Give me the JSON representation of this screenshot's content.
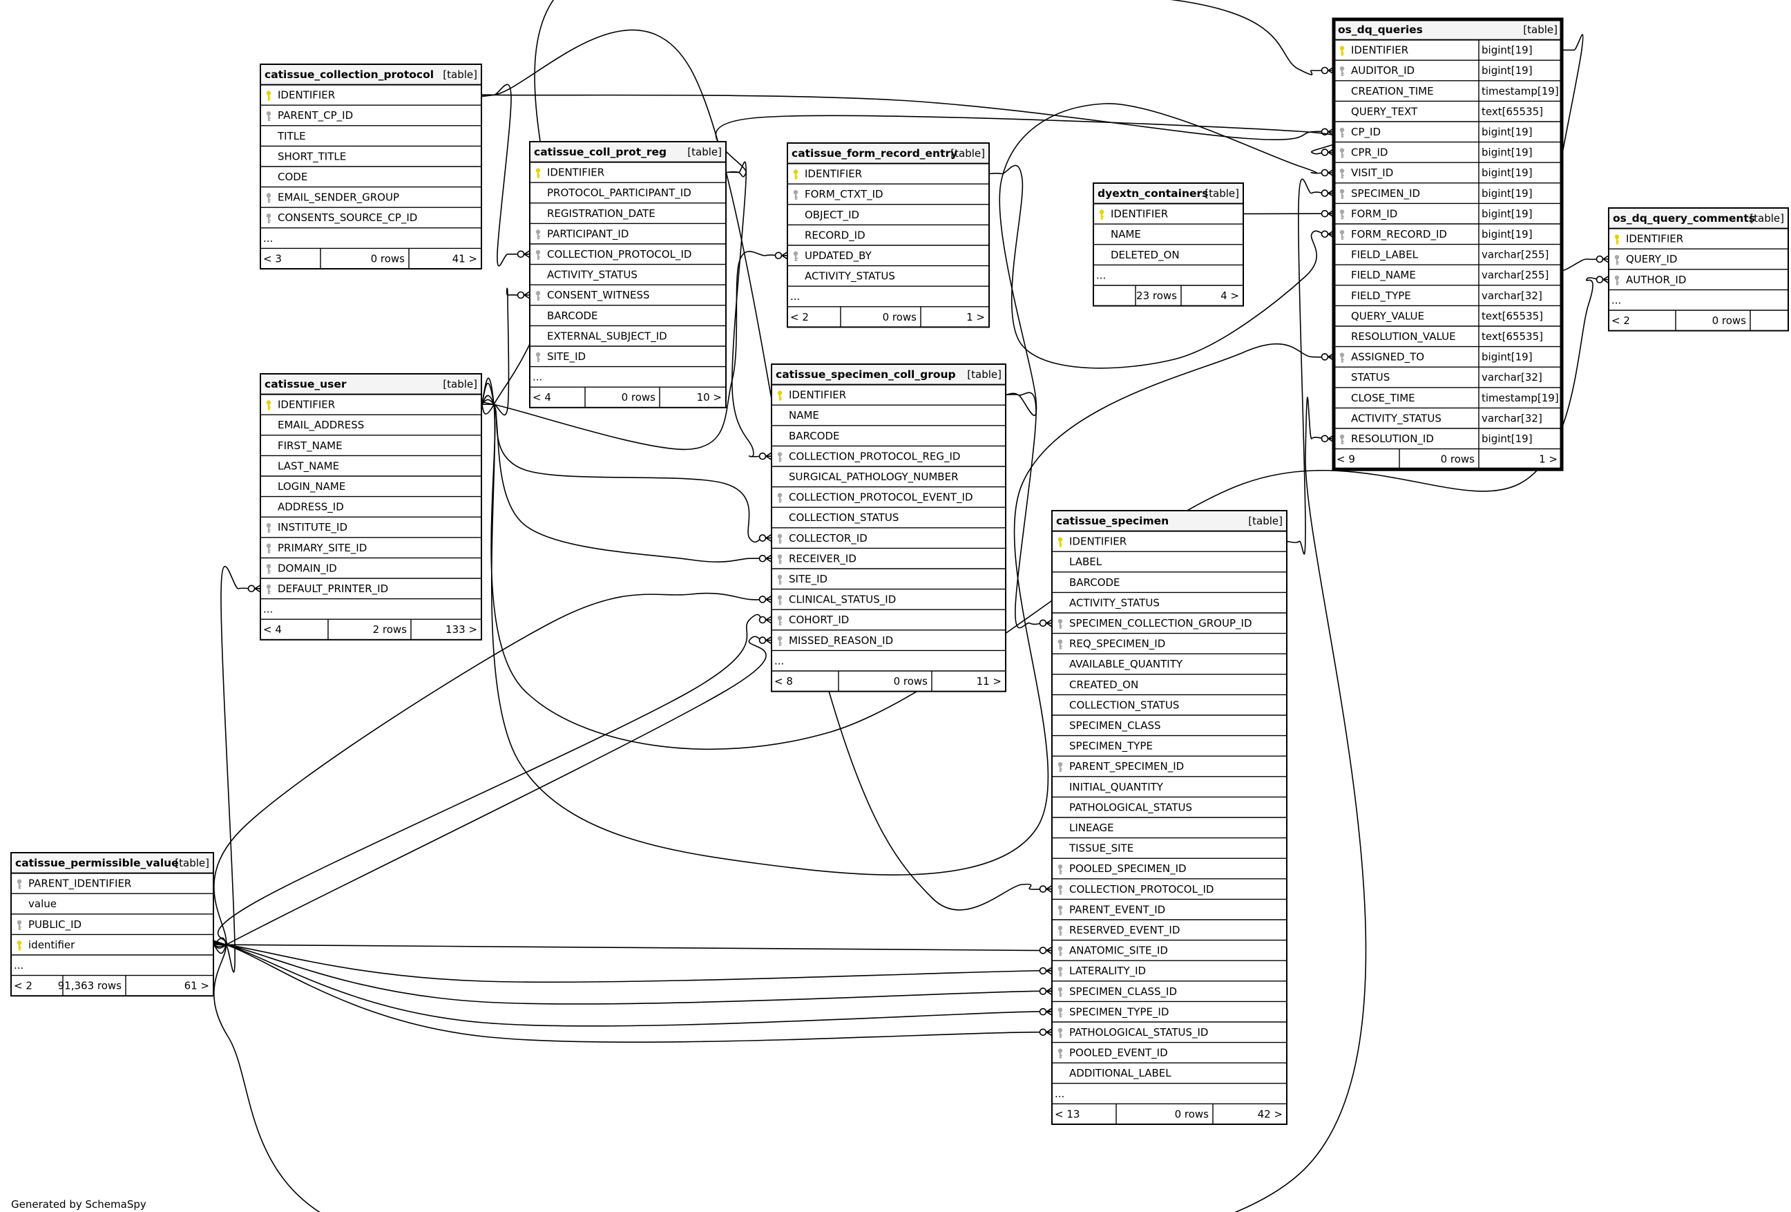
{
  "footer": "Generated by SchemaSpy",
  "table_tag": "[table]",
  "colors": {
    "primary_key": "#e5d200",
    "foreign_key": "#a8a8a8",
    "header_bg": "#f4f4f4",
    "line": "#000000"
  },
  "tables": [
    {
      "key": "catissue_collection_protocol",
      "name": "catissue_collection_protocol",
      "has_types": false,
      "columns": [
        {
          "name": "IDENTIFIER",
          "key": "pk"
        },
        {
          "name": "PARENT_CP_ID",
          "key": "fk"
        },
        {
          "name": "TITLE",
          "key": ""
        },
        {
          "name": "SHORT_TITLE",
          "key": ""
        },
        {
          "name": "CODE",
          "key": ""
        },
        {
          "name": "EMAIL_SENDER_GROUP",
          "key": "fk"
        },
        {
          "name": "CONSENTS_SOURCE_CP_ID",
          "key": "fk"
        }
      ],
      "ellipsis": "...",
      "footer": {
        "parents": "< 3",
        "rows": "0 rows",
        "children": "41 >"
      }
    },
    {
      "key": "catissue_coll_prot_reg",
      "name": "catissue_coll_prot_reg",
      "has_types": false,
      "columns": [
        {
          "name": "IDENTIFIER",
          "key": "pk"
        },
        {
          "name": "PROTOCOL_PARTICIPANT_ID",
          "key": ""
        },
        {
          "name": "REGISTRATION_DATE",
          "key": ""
        },
        {
          "name": "PARTICIPANT_ID",
          "key": "fk"
        },
        {
          "name": "COLLECTION_PROTOCOL_ID",
          "key": "fk"
        },
        {
          "name": "ACTIVITY_STATUS",
          "key": ""
        },
        {
          "name": "CONSENT_WITNESS",
          "key": "fk"
        },
        {
          "name": "BARCODE",
          "key": ""
        },
        {
          "name": "EXTERNAL_SUBJECT_ID",
          "key": ""
        },
        {
          "name": "SITE_ID",
          "key": "fk"
        }
      ],
      "ellipsis": "...",
      "footer": {
        "parents": "< 4",
        "rows": "0 rows",
        "children": "10 >"
      }
    },
    {
      "key": "catissue_form_record_entry",
      "name": "catissue_form_record_entry",
      "has_types": false,
      "columns": [
        {
          "name": "IDENTIFIER",
          "key": "pk"
        },
        {
          "name": "FORM_CTXT_ID",
          "key": "fk"
        },
        {
          "name": "OBJECT_ID",
          "key": ""
        },
        {
          "name": "RECORD_ID",
          "key": ""
        },
        {
          "name": "UPDATED_BY",
          "key": "fk"
        },
        {
          "name": "ACTIVITY_STATUS",
          "key": ""
        }
      ],
      "ellipsis": "...",
      "footer": {
        "parents": "< 2",
        "rows": "0 rows",
        "children": "1 >"
      }
    },
    {
      "key": "dyextn_containers",
      "name": "dyextn_containers",
      "has_types": false,
      "columns": [
        {
          "name": "IDENTIFIER",
          "key": "pk"
        },
        {
          "name": "NAME",
          "key": ""
        },
        {
          "name": "DELETED_ON",
          "key": ""
        }
      ],
      "ellipsis": "...",
      "footer": {
        "parents": "",
        "rows": "23 rows",
        "children": "4 >"
      }
    },
    {
      "key": "os_dq_queries",
      "name": "os_dq_queries",
      "has_types": true,
      "bold_border": true,
      "columns": [
        {
          "name": "IDENTIFIER",
          "key": "pk",
          "type": "bigint[19]"
        },
        {
          "name": "AUDITOR_ID",
          "key": "fk",
          "type": "bigint[19]"
        },
        {
          "name": "CREATION_TIME",
          "key": "",
          "type": "timestamp[19]"
        },
        {
          "name": "QUERY_TEXT",
          "key": "",
          "type": "text[65535]"
        },
        {
          "name": "CP_ID",
          "key": "fk",
          "type": "bigint[19]"
        },
        {
          "name": "CPR_ID",
          "key": "fk",
          "type": "bigint[19]"
        },
        {
          "name": "VISIT_ID",
          "key": "fk",
          "type": "bigint[19]"
        },
        {
          "name": "SPECIMEN_ID",
          "key": "fk",
          "type": "bigint[19]"
        },
        {
          "name": "FORM_ID",
          "key": "fk",
          "type": "bigint[19]"
        },
        {
          "name": "FORM_RECORD_ID",
          "key": "fk",
          "type": "bigint[19]"
        },
        {
          "name": "FIELD_LABEL",
          "key": "",
          "type": "varchar[255]"
        },
        {
          "name": "FIELD_NAME",
          "key": "",
          "type": "varchar[255]"
        },
        {
          "name": "FIELD_TYPE",
          "key": "",
          "type": "varchar[32]"
        },
        {
          "name": "QUERY_VALUE",
          "key": "",
          "type": "text[65535]"
        },
        {
          "name": "RESOLUTION_VALUE",
          "key": "",
          "type": "text[65535]"
        },
        {
          "name": "ASSIGNED_TO",
          "key": "fk",
          "type": "bigint[19]"
        },
        {
          "name": "STATUS",
          "key": "",
          "type": "varchar[32]"
        },
        {
          "name": "CLOSE_TIME",
          "key": "",
          "type": "timestamp[19]"
        },
        {
          "name": "ACTIVITY_STATUS",
          "key": "",
          "type": "varchar[32]"
        },
        {
          "name": "RESOLUTION_ID",
          "key": "fk",
          "type": "bigint[19]"
        }
      ],
      "ellipsis": "",
      "footer": {
        "parents": "< 9",
        "rows": "0 rows",
        "children": "1 >"
      }
    },
    {
      "key": "os_dq_query_comments",
      "name": "os_dq_query_comments",
      "has_types": false,
      "columns": [
        {
          "name": "IDENTIFIER",
          "key": "pk"
        },
        {
          "name": "QUERY_ID",
          "key": "fk"
        },
        {
          "name": "AUTHOR_ID",
          "key": "fk"
        }
      ],
      "ellipsis": "...",
      "footer": {
        "parents": "< 2",
        "rows": "0 rows",
        "children": ""
      }
    },
    {
      "key": "catissue_user",
      "name": "catissue_user",
      "has_types": false,
      "columns": [
        {
          "name": "IDENTIFIER",
          "key": "pk"
        },
        {
          "name": "EMAIL_ADDRESS",
          "key": ""
        },
        {
          "name": "FIRST_NAME",
          "key": ""
        },
        {
          "name": "LAST_NAME",
          "key": ""
        },
        {
          "name": "LOGIN_NAME",
          "key": ""
        },
        {
          "name": "ADDRESS_ID",
          "key": ""
        },
        {
          "name": "INSTITUTE_ID",
          "key": "fk"
        },
        {
          "name": "PRIMARY_SITE_ID",
          "key": "fk"
        },
        {
          "name": "DOMAIN_ID",
          "key": "fk"
        },
        {
          "name": "DEFAULT_PRINTER_ID",
          "key": "fk"
        }
      ],
      "ellipsis": "...",
      "footer": {
        "parents": "< 4",
        "rows": "2 rows",
        "children": "133 >"
      }
    },
    {
      "key": "catissue_specimen_coll_group",
      "name": "catissue_specimen_coll_group",
      "has_types": false,
      "columns": [
        {
          "name": "IDENTIFIER",
          "key": "pk"
        },
        {
          "name": "NAME",
          "key": ""
        },
        {
          "name": "BARCODE",
          "key": ""
        },
        {
          "name": "COLLECTION_PROTOCOL_REG_ID",
          "key": "fk"
        },
        {
          "name": "SURGICAL_PATHOLOGY_NUMBER",
          "key": ""
        },
        {
          "name": "COLLECTION_PROTOCOL_EVENT_ID",
          "key": "fk"
        },
        {
          "name": "COLLECTION_STATUS",
          "key": ""
        },
        {
          "name": "COLLECTOR_ID",
          "key": "fk"
        },
        {
          "name": "RECEIVER_ID",
          "key": "fk"
        },
        {
          "name": "SITE_ID",
          "key": "fk"
        },
        {
          "name": "CLINICAL_STATUS_ID",
          "key": "fk"
        },
        {
          "name": "COHORT_ID",
          "key": "fk"
        },
        {
          "name": "MISSED_REASON_ID",
          "key": "fk"
        }
      ],
      "ellipsis": "...",
      "footer": {
        "parents": "< 8",
        "rows": "0 rows",
        "children": "11 >"
      }
    },
    {
      "key": "catissue_specimen",
      "name": "catissue_specimen",
      "has_types": false,
      "columns": [
        {
          "name": "IDENTIFIER",
          "key": "pk"
        },
        {
          "name": "LABEL",
          "key": ""
        },
        {
          "name": "BARCODE",
          "key": ""
        },
        {
          "name": "ACTIVITY_STATUS",
          "key": ""
        },
        {
          "name": "SPECIMEN_COLLECTION_GROUP_ID",
          "key": "fk"
        },
        {
          "name": "REQ_SPECIMEN_ID",
          "key": "fk"
        },
        {
          "name": "AVAILABLE_QUANTITY",
          "key": ""
        },
        {
          "name": "CREATED_ON",
          "key": ""
        },
        {
          "name": "COLLECTION_STATUS",
          "key": ""
        },
        {
          "name": "SPECIMEN_CLASS",
          "key": ""
        },
        {
          "name": "SPECIMEN_TYPE",
          "key": ""
        },
        {
          "name": "PARENT_SPECIMEN_ID",
          "key": "fk"
        },
        {
          "name": "INITIAL_QUANTITY",
          "key": ""
        },
        {
          "name": "PATHOLOGICAL_STATUS",
          "key": ""
        },
        {
          "name": "LINEAGE",
          "key": ""
        },
        {
          "name": "TISSUE_SITE",
          "key": ""
        },
        {
          "name": "POOLED_SPECIMEN_ID",
          "key": "fk"
        },
        {
          "name": "COLLECTION_PROTOCOL_ID",
          "key": "fk"
        },
        {
          "name": "PARENT_EVENT_ID",
          "key": "fk"
        },
        {
          "name": "RESERVED_EVENT_ID",
          "key": "fk"
        },
        {
          "name": "ANATOMIC_SITE_ID",
          "key": "fk"
        },
        {
          "name": "LATERALITY_ID",
          "key": "fk"
        },
        {
          "name": "SPECIMEN_CLASS_ID",
          "key": "fk"
        },
        {
          "name": "SPECIMEN_TYPE_ID",
          "key": "fk"
        },
        {
          "name": "PATHOLOGICAL_STATUS_ID",
          "key": "fk"
        },
        {
          "name": "POOLED_EVENT_ID",
          "key": "fk"
        },
        {
          "name": "ADDITIONAL_LABEL",
          "key": ""
        }
      ],
      "ellipsis": "...",
      "footer": {
        "parents": "< 13",
        "rows": "0 rows",
        "children": "42 >"
      }
    },
    {
      "key": "catissue_permissible_value",
      "name": "catissue_permissible_value",
      "has_types": false,
      "columns": [
        {
          "name": "PARENT_IDENTIFIER",
          "key": "fk"
        },
        {
          "name": "value",
          "key": ""
        },
        {
          "name": "PUBLIC_ID",
          "key": "fk"
        },
        {
          "name": "identifier",
          "key": "pk"
        }
      ],
      "ellipsis": "...",
      "footer": {
        "parents": "< 2",
        "rows": "91,363 rows",
        "children": "61 >"
      }
    }
  ],
  "relationships": [
    {
      "from": "catissue_collection_protocol.IDENTIFIER",
      "to": "catissue_coll_prot_reg.COLLECTION_PROTOCOL_ID"
    },
    {
      "from": "catissue_collection_protocol.IDENTIFIER",
      "to": "os_dq_queries.CP_ID"
    },
    {
      "from": "catissue_collection_protocol.IDENTIFIER",
      "to": "catissue_specimen.COLLECTION_PROTOCOL_ID"
    },
    {
      "from": "catissue_coll_prot_reg.IDENTIFIER",
      "to": "catissue_specimen_coll_group.COLLECTION_PROTOCOL_REG_ID"
    },
    {
      "from": "catissue_coll_prot_reg.IDENTIFIER",
      "to": "os_dq_queries.CPR_ID"
    },
    {
      "from": "catissue_user.IDENTIFIER",
      "to": "catissue_coll_prot_reg.CONSENT_WITNESS"
    },
    {
      "from": "catissue_user.IDENTIFIER",
      "to": "catissue_form_record_entry.UPDATED_BY"
    },
    {
      "from": "catissue_user.IDENTIFIER",
      "to": "catissue_specimen_coll_group.COLLECTOR_ID"
    },
    {
      "from": "catissue_user.IDENTIFIER",
      "to": "catissue_specimen_coll_group.RECEIVER_ID"
    },
    {
      "from": "catissue_user.IDENTIFIER",
      "to": "os_dq_queries.AUDITOR_ID"
    },
    {
      "from": "catissue_user.IDENTIFIER",
      "to": "os_dq_queries.ASSIGNED_TO"
    },
    {
      "from": "catissue_user.IDENTIFIER",
      "to": "os_dq_query_comments.AUTHOR_ID"
    },
    {
      "from": "catissue_specimen_coll_group.IDENTIFIER",
      "to": "os_dq_queries.VISIT_ID"
    },
    {
      "from": "catissue_specimen_coll_group.IDENTIFIER",
      "to": "catissue_specimen.SPECIMEN_COLLECTION_GROUP_ID"
    },
    {
      "from": "catissue_form_record_entry.IDENTIFIER",
      "to": "os_dq_queries.FORM_RECORD_ID"
    },
    {
      "from": "dyextn_containers.IDENTIFIER",
      "to": "os_dq_queries.FORM_ID"
    },
    {
      "from": "catissue_specimen.IDENTIFIER",
      "to": "os_dq_queries.SPECIMEN_ID"
    },
    {
      "from": "os_dq_queries.IDENTIFIER",
      "to": "os_dq_query_comments.QUERY_ID"
    },
    {
      "from": "catissue_permissible_value.identifier",
      "to": "catissue_user.DEFAULT_PRINTER_ID"
    },
    {
      "from": "catissue_permissible_value.identifier",
      "to": "catissue_specimen_coll_group.CLINICAL_STATUS_ID"
    },
    {
      "from": "catissue_permissible_value.identifier",
      "to": "catissue_specimen_coll_group.COHORT_ID"
    },
    {
      "from": "catissue_permissible_value.identifier",
      "to": "catissue_specimen_coll_group.MISSED_REASON_ID"
    },
    {
      "from": "catissue_permissible_value.identifier",
      "to": "catissue_specimen.ANATOMIC_SITE_ID"
    },
    {
      "from": "catissue_permissible_value.identifier",
      "to": "catissue_specimen.LATERALITY_ID"
    },
    {
      "from": "catissue_permissible_value.identifier",
      "to": "catissue_specimen.SPECIMEN_CLASS_ID"
    },
    {
      "from": "catissue_permissible_value.identifier",
      "to": "catissue_specimen.SPECIMEN_TYPE_ID"
    },
    {
      "from": "catissue_permissible_value.identifier",
      "to": "catissue_specimen.PATHOLOGICAL_STATUS_ID"
    },
    {
      "from": "catissue_permissible_value.identifier",
      "to": "os_dq_queries.RESOLUTION_ID"
    }
  ]
}
